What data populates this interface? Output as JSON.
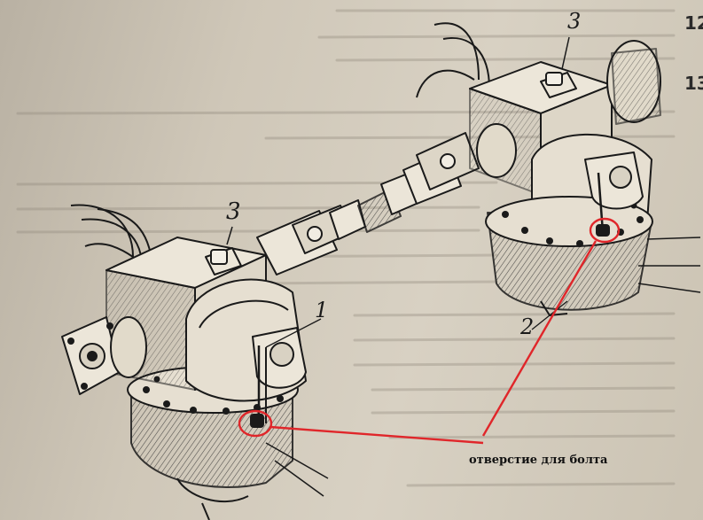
{
  "labels": {
    "left_stud": "3",
    "right_stud": "3",
    "bolt_hole_mark": "1",
    "right_bolt_mark": "2"
  },
  "page_fragments": {
    "top": "12",
    "second": "13"
  },
  "annotation": {
    "text": "отверстие для болта",
    "color": "#e0262a"
  },
  "colors": {
    "paper": "#cfc7b8",
    "ink": "#1a1a1a",
    "highlight": "#e0262a"
  }
}
